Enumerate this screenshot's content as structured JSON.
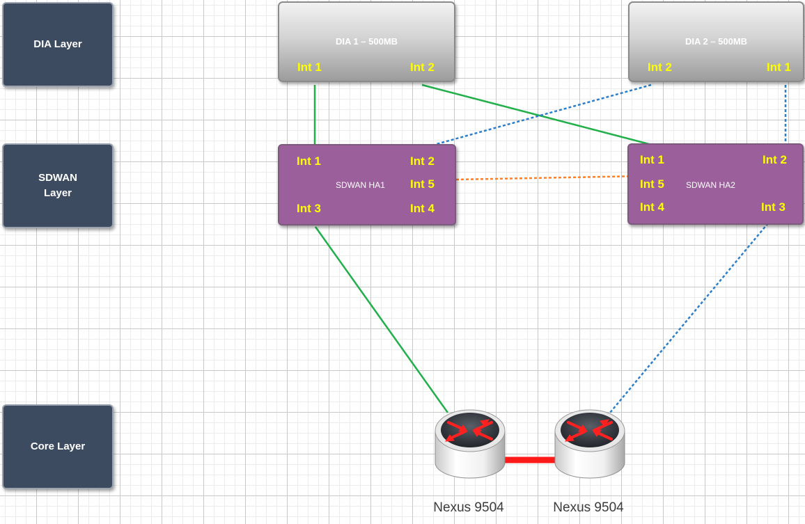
{
  "layers": {
    "dia": {
      "line1": "DIA Layer",
      "line2": ""
    },
    "sdwan": {
      "line1": "SDWAN",
      "line2": "Layer"
    },
    "core": {
      "line1": "Core Layer",
      "line2": ""
    }
  },
  "dia_devices": [
    {
      "title": "DIA 1 – 500MB",
      "left_int": "Int 1",
      "right_int": "Int 2"
    },
    {
      "title": "DIA 2 – 500MB",
      "left_int": "Int 2",
      "right_int": "Int 1"
    }
  ],
  "sdwan_devices": [
    {
      "title": "SDWAN HA1",
      "top_left": "Int 1",
      "top_right": "Int 2",
      "mid": "Int 5",
      "bottom_left": "Int 3",
      "bottom_right": "Int 4"
    },
    {
      "title": "SDWAN HA2",
      "top_left": "Int 1",
      "top_right": "Int 2",
      "mid": "Int 5",
      "bottom_left": "Int 4",
      "bottom_right": "Int 3"
    }
  ],
  "core_devices": [
    {
      "label": "Nexus 9504"
    },
    {
      "label": "Nexus 9504"
    }
  ],
  "link_styles": {
    "green": "#22b04b",
    "blue": "#2b7fc9",
    "orange": "#ff7f27",
    "red": "#ff1a1a"
  }
}
